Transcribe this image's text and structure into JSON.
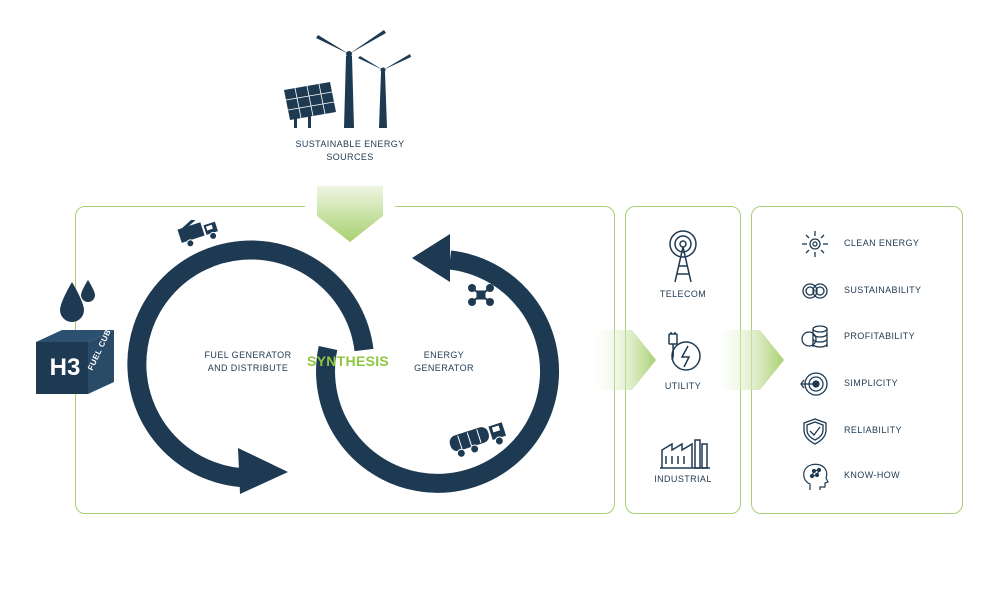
{
  "sources": {
    "label_line1": "SUSTAINABLE ENERGY",
    "label_line2": "SOURCES"
  },
  "cycle": {
    "left_label_line1": "FUEL GENERATOR",
    "left_label_line2": "AND DISTRIBUTE",
    "center_label": "SYNTHESIS",
    "right_label_line1": "ENERGY",
    "right_label_line2": "GENERATOR"
  },
  "cube": {
    "formula": "H3",
    "brand": "FUEL CUBE"
  },
  "sectors": [
    {
      "label": "TELECOM",
      "icon": "antenna-tower-icon"
    },
    {
      "label": "UTILITY",
      "icon": "power-plug-icon"
    },
    {
      "label": "INDUSTRIAL",
      "icon": "factory-icon"
    }
  ],
  "benefits": [
    {
      "label": "CLEAN ENERGY",
      "icon": "sun-icon"
    },
    {
      "label": "SUSTAINABILITY",
      "icon": "infinity-icon"
    },
    {
      "label": "PROFITABILITY",
      "icon": "coins-icon"
    },
    {
      "label": "SIMPLICITY",
      "icon": "target-icon"
    },
    {
      "label": "RELIABILITY",
      "icon": "shield-check-icon"
    },
    {
      "label": "KNOW-HOW",
      "icon": "head-brain-icon"
    }
  ],
  "colors": {
    "navy": "#1e3a52",
    "green": "#8dc63f",
    "panel_border": "#a9cf76"
  }
}
